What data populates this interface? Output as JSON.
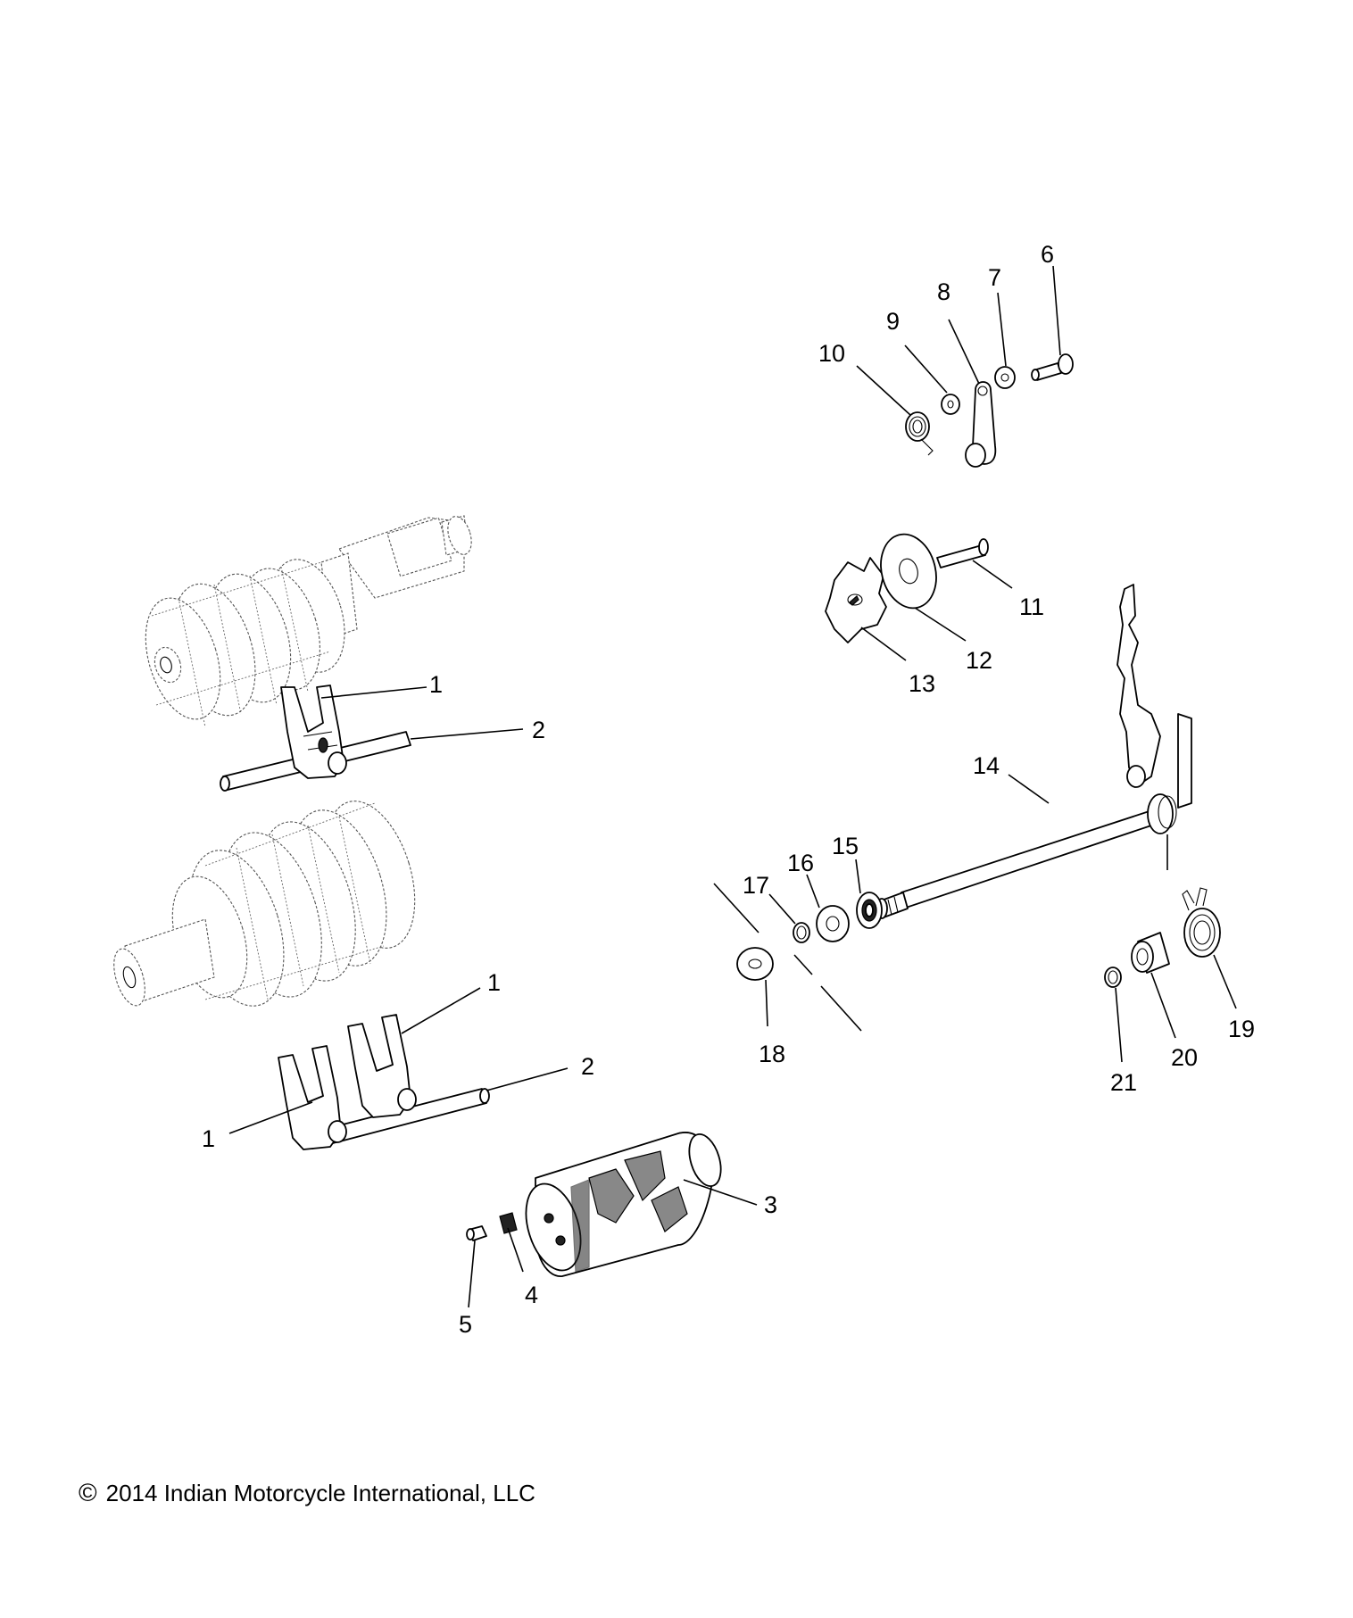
{
  "callouts": {
    "c1a": "1",
    "c2a": "2",
    "c1b": "1",
    "c2b": "2",
    "c1c": "1",
    "c3": "3",
    "c4": "4",
    "c5": "5",
    "c6": "6",
    "c7": "7",
    "c8": "8",
    "c9": "9",
    "c10": "10",
    "c11": "11",
    "c12": "12",
    "c13": "13",
    "c14": "14",
    "c15": "15",
    "c16": "16",
    "c17": "17",
    "c18": "18",
    "c19": "19",
    "c20": "20",
    "c21": "21"
  },
  "footer": {
    "copyright_symbol": "©",
    "copyright_text": "2014 Indian Motorcycle International, LLC"
  }
}
